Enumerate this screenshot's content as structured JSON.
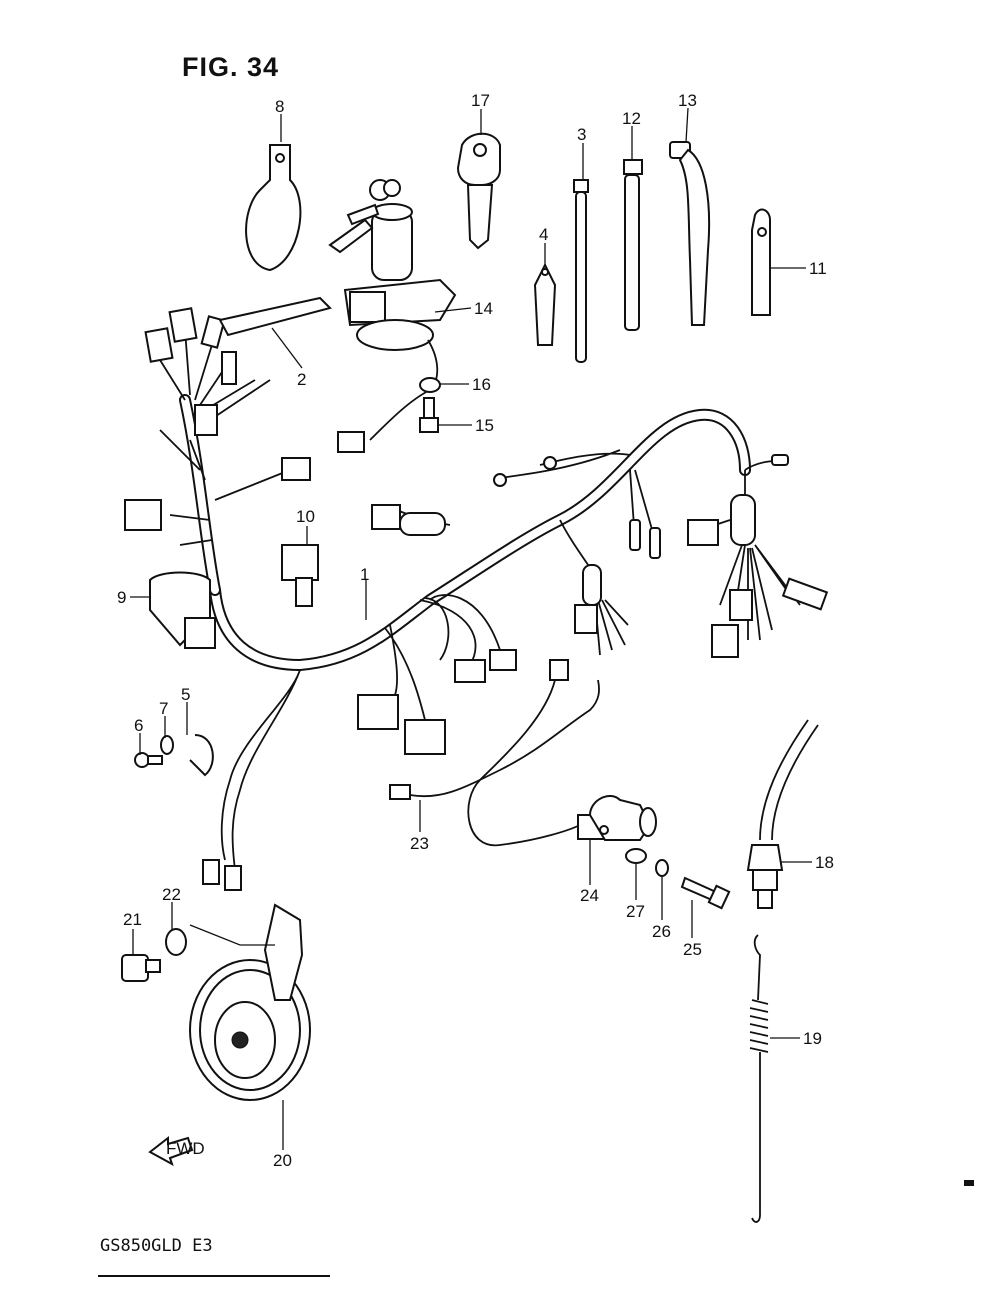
{
  "figure": {
    "title": "FIG. 34",
    "model": "GS850GLD  E3"
  },
  "direction_mark": "FWD",
  "part_labels": [
    {
      "id": "1",
      "label": "1"
    },
    {
      "id": "2",
      "label": "2"
    },
    {
      "id": "3",
      "label": "3"
    },
    {
      "id": "4",
      "label": "4"
    },
    {
      "id": "5",
      "label": "5"
    },
    {
      "id": "6",
      "label": "6"
    },
    {
      "id": "7",
      "label": "7"
    },
    {
      "id": "8",
      "label": "8"
    },
    {
      "id": "9",
      "label": "9"
    },
    {
      "id": "10",
      "label": "10"
    },
    {
      "id": "11",
      "label": "11"
    },
    {
      "id": "12",
      "label": "12"
    },
    {
      "id": "13",
      "label": "13"
    },
    {
      "id": "14",
      "label": "14"
    },
    {
      "id": "15",
      "label": "15"
    },
    {
      "id": "16",
      "label": "16"
    },
    {
      "id": "17",
      "label": "17"
    },
    {
      "id": "18",
      "label": "18"
    },
    {
      "id": "19",
      "label": "19"
    },
    {
      "id": "20",
      "label": "20"
    },
    {
      "id": "21",
      "label": "21"
    },
    {
      "id": "22",
      "label": "22"
    },
    {
      "id": "23",
      "label": "23"
    },
    {
      "id": "24",
      "label": "24"
    },
    {
      "id": "25",
      "label": "25"
    },
    {
      "id": "26",
      "label": "26"
    },
    {
      "id": "27",
      "label": "27"
    }
  ]
}
